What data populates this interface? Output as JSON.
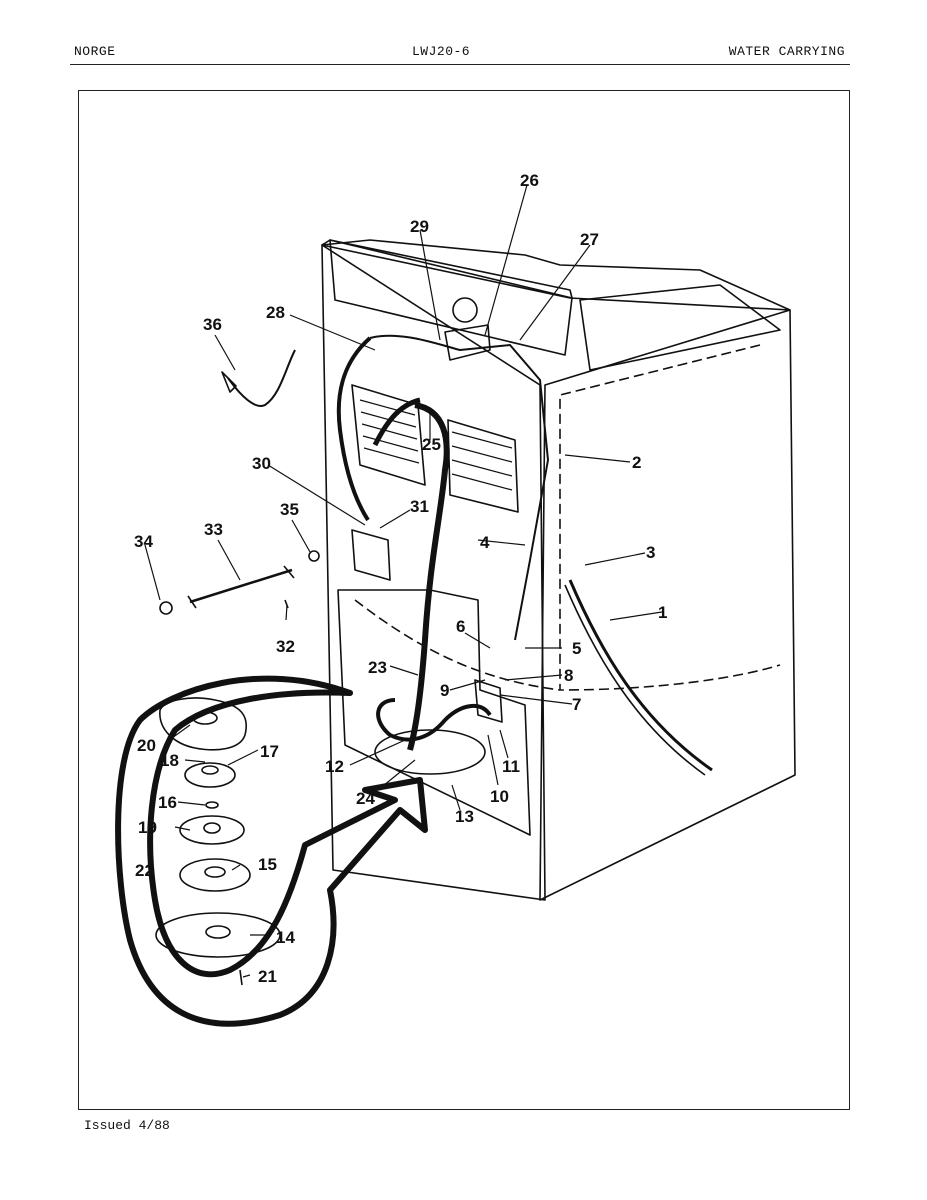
{
  "header": {
    "brand": "NORGE",
    "model": "LWJ20-6",
    "section": "WATER CARRYING"
  },
  "footer": {
    "issued": "Issued 4/88"
  },
  "callouts": [
    "1",
    "2",
    "3",
    "4",
    "5",
    "6",
    "7",
    "8",
    "9",
    "10",
    "11",
    "12",
    "13",
    "14",
    "15",
    "16",
    "17",
    "18",
    "19",
    "20",
    "21",
    "22",
    "23",
    "24",
    "25",
    "26",
    "27",
    "28",
    "29",
    "30",
    "31",
    "32",
    "33",
    "34",
    "35",
    "36"
  ],
  "colors": {
    "ink": "#111111",
    "paper": "#ffffff"
  }
}
